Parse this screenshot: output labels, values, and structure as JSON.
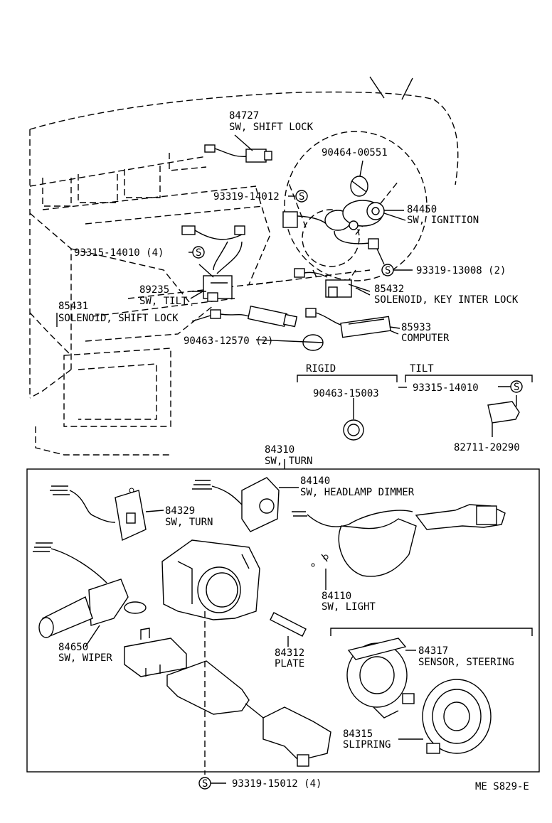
{
  "labels": {
    "p84727_no": "84727",
    "p84727_name": "SW, SHIFT LOCK",
    "p9046400551": "90464-00551",
    "p9331914012": "93319-14012",
    "p84450_no": "84450",
    "p84450_name": "SW, IGNITION",
    "p9331514010_4": "93315-14010 (4)",
    "p9331913008": "93319-13008 (2)",
    "p89235_no": "89235",
    "p89235_name": "SW, TILT",
    "p85432_no": "85432",
    "p85432_name": "SOLENOID, KEY INTER LOCK",
    "p85431_no": "85431",
    "p85431_name": "SOLENOID, SHIFT LOCK",
    "p85933_no": "85933",
    "p85933_name": "COMPUTER",
    "p9046312570": "90463-12570 (2)",
    "rigid": "RIGID",
    "tilt": "TILT",
    "p9046315003": "90463-15003",
    "p9331514010": "93315-14010",
    "p8271120290": "82711-20290",
    "p84310_no": "84310",
    "p84310_name": "SW, TURN",
    "p84140_no": "84140",
    "p84140_name": "SW, HEADLAMP DIMMER",
    "p84329_no": "84329",
    "p84329_name": "SW, TURN",
    "p84110_no": "84110",
    "p84110_name": "SW, LIGHT",
    "p84650_no": "84650",
    "p84650_name": "SW, WIPER",
    "p84312_no": "84312",
    "p84312_name": "PLATE",
    "p84317_no": "84317",
    "p84317_name": "SENSOR, STEERING",
    "p84315_no": "84315",
    "p84315_name": "SLIPRING",
    "p9331915012": "93319-15012 (4)",
    "ref": "ME  S829-E",
    "s_mark": "S"
  }
}
